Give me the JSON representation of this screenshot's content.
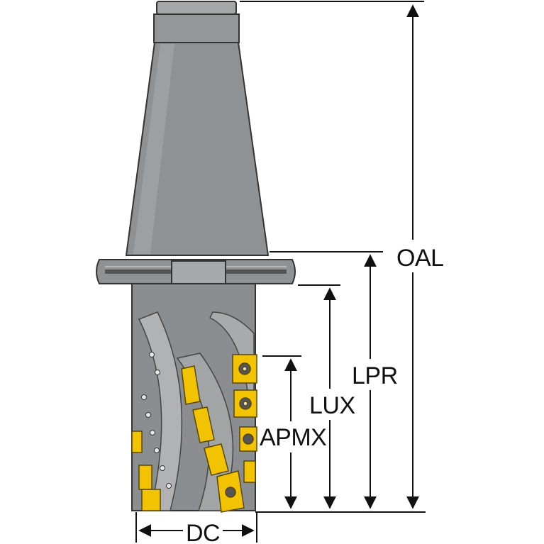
{
  "dimensions": {
    "oal": "OAL",
    "lpr": "LPR",
    "lux": "LUX",
    "apmx": "APMX",
    "dc": "DC"
  },
  "colors": {
    "body": "#8f9294",
    "body_dark": "#6e7173",
    "body_light": "#b3b5b6",
    "insert": "#f2c300",
    "insert_dark": "#b38f00",
    "line": "#111111"
  }
}
